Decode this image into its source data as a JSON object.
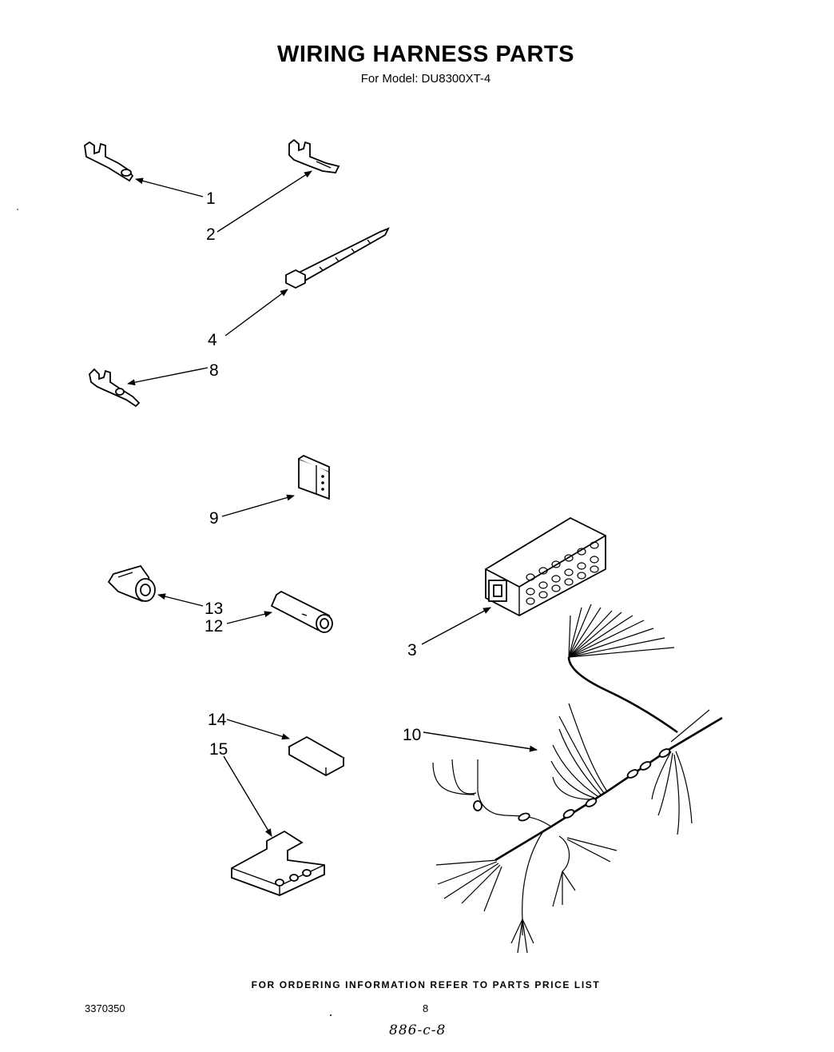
{
  "header": {
    "title": "WIRING HARNESS PARTS",
    "subtitle": "For Model: DU8300XT-4"
  },
  "callouts": [
    "1",
    "2",
    "4",
    "8",
    "9",
    "13",
    "12",
    "3",
    "14",
    "15",
    "10"
  ],
  "footer": {
    "ordering_note": "FOR ORDERING INFORMATION REFER TO PARTS PRICE LIST",
    "doc_number": "3370350",
    "page_number": "8",
    "handwritten_note": "886-c-8"
  }
}
